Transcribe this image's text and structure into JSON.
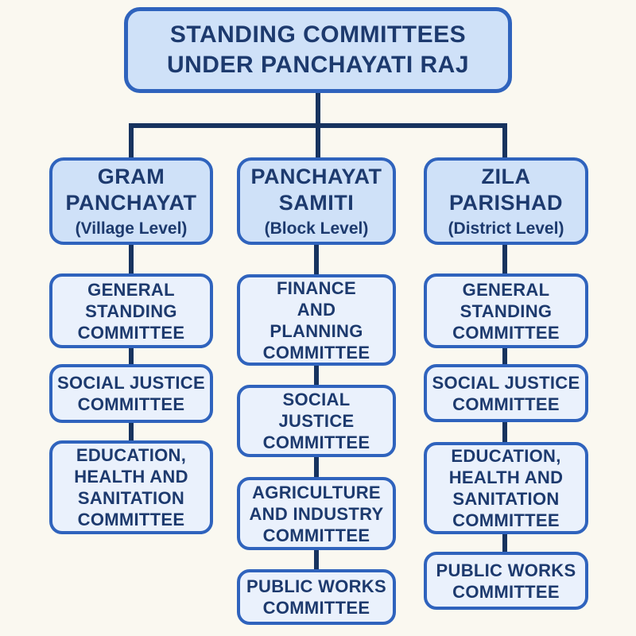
{
  "diagram": {
    "title": "STANDING COMMITTEES\nUNDER PANCHAYATI RAJ",
    "columns": [
      {
        "name": "GRAM\nPANCHAYAT",
        "level": "(Village Level)",
        "committees": [
          "GENERAL\nSTANDING\nCOMMITTEE",
          "SOCIAL JUSTICE\nCOMMITTEE",
          "EDUCATION,\nHEALTH AND\nSANITATION\nCOMMITTEE"
        ]
      },
      {
        "name": "PANCHAYAT\nSAMITI",
        "level": "(Block Level)",
        "committees": [
          "FINANCE\nAND\nPLANNING\nCOMMITTEE",
          "SOCIAL\nJUSTICE\nCOMMITTEE",
          "AGRICULTURE\nAND INDUSTRY\nCOMMITTEE",
          "PUBLIC WORKS\nCOMMITTEE"
        ]
      },
      {
        "name": "ZILA\nPARISHAD",
        "level": "(District Level)",
        "committees": [
          "GENERAL\nSTANDING\nCOMMITTEE",
          "SOCIAL JUSTICE\nCOMMITTEE",
          "EDUCATION,\nHEALTH AND\nSANITATION\nCOMMITTEE",
          "PUBLIC WORKS\nCOMMITTEE"
        ]
      }
    ],
    "colors": {
      "background": "#faf8f0",
      "box_border": "#2f63bd",
      "header_fill": "#cfe1f8",
      "committee_fill": "#eaf1fc",
      "text": "#1d3a6e",
      "connector": "#17335f"
    }
  }
}
